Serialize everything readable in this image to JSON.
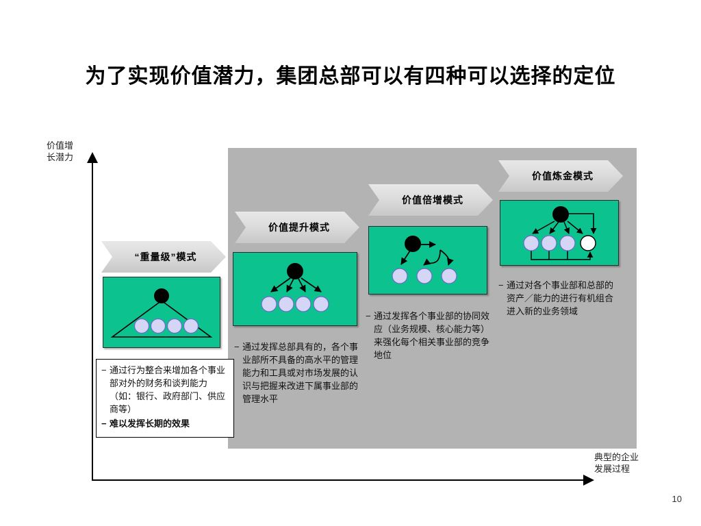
{
  "slide": {
    "title": "为了实现价值潜力，集团总部可以有四种可以选择的定位",
    "page_number": "10",
    "axes": {
      "y_label": "价值增\n长潜力",
      "x_label": "典型的企业\n发展过程"
    },
    "colors": {
      "panel_gray": "#b3b3b3",
      "box_green": "#0cc38f",
      "node_lavender": "#d5d5f6",
      "node_hub": "#000000",
      "banner_gray": "#dcdcdc"
    },
    "columns": [
      {
        "banner": "“重量级”模式",
        "diagram": "hub-triangle-four-nodes",
        "bullets": [
          {
            "text": "通过行为整合来增加各个事业部对外的财务和谈判能力（如：银行、政府部门、供应商等）",
            "bold": false
          },
          {
            "text": "难以发挥长期的效果",
            "bold": true
          }
        ]
      },
      {
        "banner": "价值提升模式",
        "diagram": "hub-four-arrows-down",
        "bullets": [
          {
            "text": "通过发挥总部具有的，各个事业部所不具备的高水平的管理能力和工具或对市场发展的认识与把握来改进下属事业部的管理水平",
            "bold": false
          }
        ]
      },
      {
        "banner": "价值倍增模式",
        "diagram": "hub-three-nodes-synergy-arc",
        "bullets": [
          {
            "text": "通过发挥各个事业部的协同效应（业务规模、核心能力等）来强化每个相关事业部的竞争地位",
            "bold": false
          }
        ]
      },
      {
        "banner": "价值炼金模式",
        "diagram": "hub-four-nodes-recombination-loop",
        "bullets": [
          {
            "text": "通过对各个事业部和总部的资产／能力的进行有机组合进入新的业务领域",
            "bold": false
          }
        ]
      }
    ]
  }
}
